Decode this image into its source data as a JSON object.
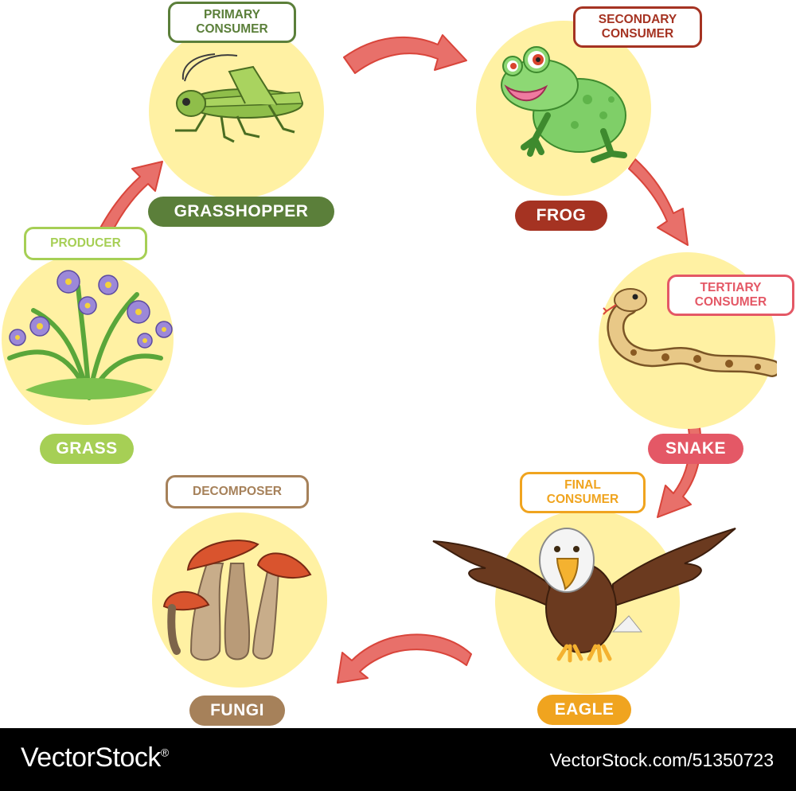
{
  "colors": {
    "circle": "#fff1a3",
    "arrow": "#e8706a",
    "arrow_stroke": "#d9453b"
  },
  "nodes": {
    "grasshopper": {
      "name": "GRASSHOPPER",
      "role": "PRIMARY\nCONSUMER",
      "color": "#5b7f3a"
    },
    "frog": {
      "name": "FROG",
      "role": "SECONDARY\nCONSUMER",
      "color": "#a53322"
    },
    "snake": {
      "name": "SNAKE",
      "role": "TERTIARY\nCONSUMER",
      "color": "#e45866"
    },
    "eagle": {
      "name": "EAGLE",
      "role": "FINAL\nCONSUMER",
      "color": "#f0a41f"
    },
    "fungi": {
      "name": "FUNGI",
      "role": "DECOMPOSER",
      "color": "#a6815a"
    },
    "grass": {
      "name": "GRASS",
      "role": "PRODUCER",
      "color": "#a6cf55"
    }
  },
  "footer": {
    "brand": "VectorStock",
    "trademark": "®",
    "reference": "VectorStock.com/51350723"
  }
}
